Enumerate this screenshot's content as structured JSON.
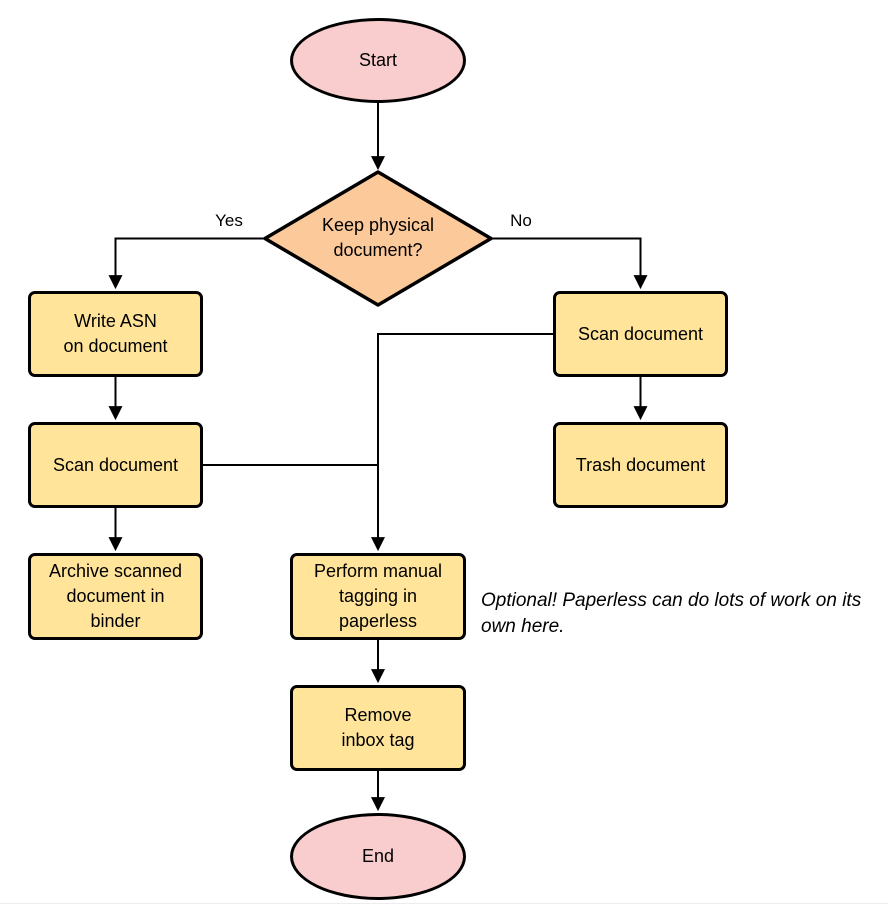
{
  "diagram": {
    "type": "flowchart",
    "nodes": {
      "start": {
        "label": "Start"
      },
      "decision": {
        "lines": [
          "Keep physical",
          "document?"
        ]
      },
      "write_asn": {
        "lines": [
          "Write ASN",
          "on document"
        ]
      },
      "scan_left": {
        "label": "Scan document"
      },
      "archive": {
        "lines": [
          "Archive scanned",
          "document in",
          "binder"
        ]
      },
      "scan_right": {
        "label": "Scan document"
      },
      "trash": {
        "label": "Trash document"
      },
      "tagging": {
        "lines": [
          "Perform manual",
          "tagging in",
          "paperless"
        ]
      },
      "remove_inbox": {
        "lines": [
          "Remove",
          "inbox tag"
        ]
      },
      "end": {
        "label": "End"
      }
    },
    "edges": {
      "yes_label": "Yes",
      "no_label": "No"
    },
    "annotation": "Optional! Paperless can do lots of work on its own here."
  },
  "colors": {
    "terminator_fill": "#F9CDCD",
    "process_fill": "#FFE49A",
    "decision_fill": "#FCC99B",
    "stroke": "#000000",
    "text": "#000000",
    "page_border": "#ECECEC"
  }
}
